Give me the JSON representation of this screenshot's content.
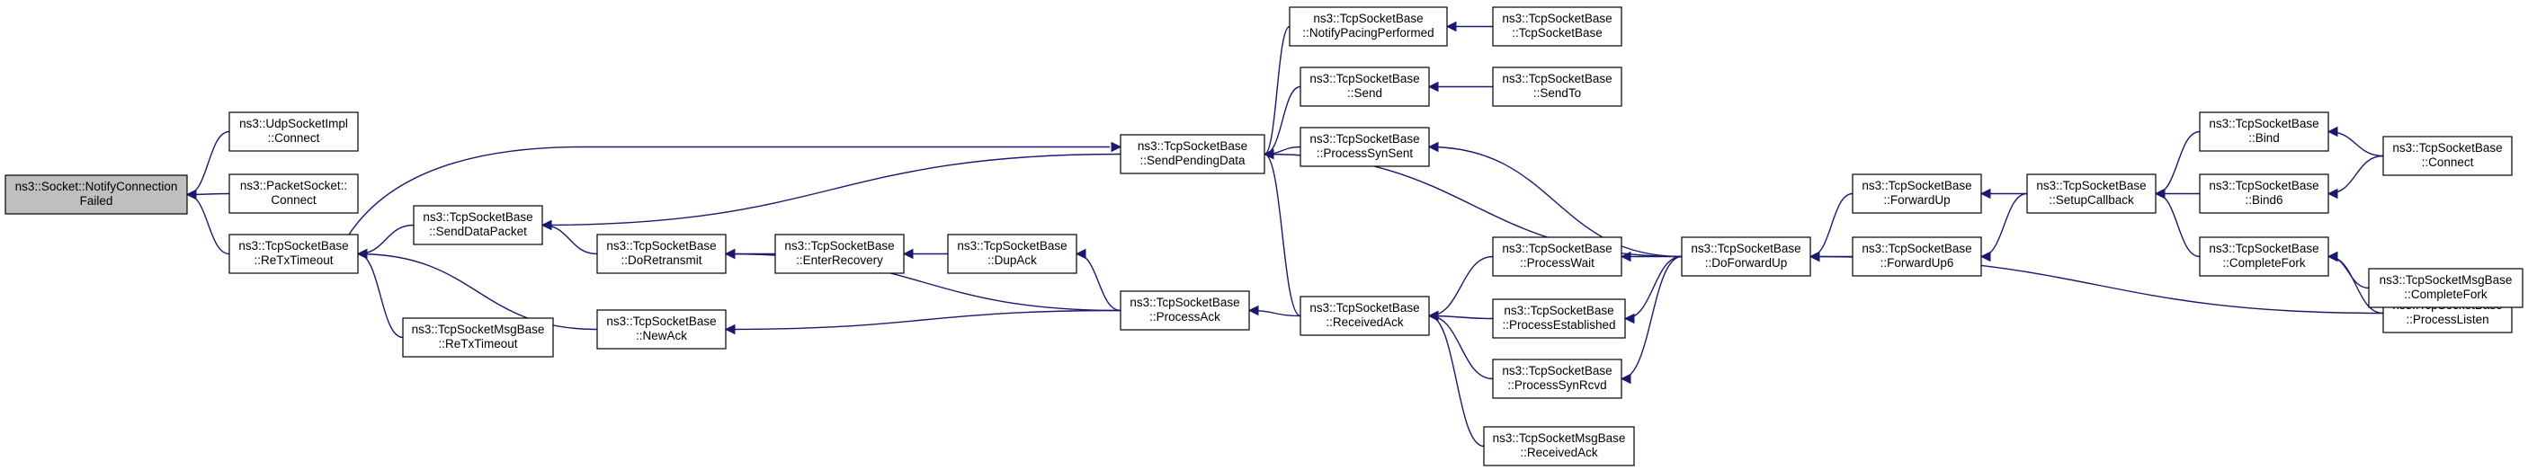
{
  "colors": {
    "edge": "#191970",
    "root_fill": "#bfbfbf",
    "node_fill": "#ffffff",
    "node_border": "#000000"
  },
  "nodes": [
    {
      "id": "notify",
      "lines": [
        "ns3::Socket::NotifyConnection",
        "Failed"
      ],
      "root": true
    },
    {
      "id": "udpconnect",
      "lines": [
        "ns3::UdpSocketImpl",
        "::Connect"
      ]
    },
    {
      "id": "pktconnect",
      "lines": [
        "ns3::PacketSocket::",
        "Connect"
      ]
    },
    {
      "id": "retx",
      "lines": [
        "ns3::TcpSocketBase",
        "::ReTxTimeout"
      ]
    },
    {
      "id": "senddatapkt",
      "lines": [
        "ns3::TcpSocketBase",
        "::SendDataPacket"
      ]
    },
    {
      "id": "msgretx",
      "lines": [
        "ns3::TcpSocketMsgBase",
        "::ReTxTimeout"
      ]
    },
    {
      "id": "doretransmit",
      "lines": [
        "ns3::TcpSocketBase",
        "::DoRetransmit"
      ]
    },
    {
      "id": "newack",
      "lines": [
        "ns3::TcpSocketBase",
        "::NewAck"
      ]
    },
    {
      "id": "enterrecovery",
      "lines": [
        "ns3::TcpSocketBase",
        "::EnterRecovery"
      ]
    },
    {
      "id": "dupack",
      "lines": [
        "ns3::TcpSocketBase",
        "::DupAck"
      ]
    },
    {
      "id": "sendpending",
      "lines": [
        "ns3::TcpSocketBase",
        "::SendPendingData"
      ]
    },
    {
      "id": "processack",
      "lines": [
        "ns3::TcpSocketBase",
        "::ProcessAck"
      ]
    },
    {
      "id": "notifypacing",
      "lines": [
        "ns3::TcpSocketBase",
        "::NotifyPacingPerformed"
      ]
    },
    {
      "id": "send",
      "lines": [
        "ns3::TcpSocketBase",
        "::Send"
      ]
    },
    {
      "id": "processsynsent",
      "lines": [
        "ns3::TcpSocketBase",
        "::ProcessSynSent"
      ]
    },
    {
      "id": "receivedack",
      "lines": [
        "ns3::TcpSocketBase",
        "::ReceivedAck"
      ]
    },
    {
      "id": "tcpsocketbase",
      "lines": [
        "ns3::TcpSocketBase",
        "::TcpSocketBase"
      ]
    },
    {
      "id": "sendto",
      "lines": [
        "ns3::TcpSocketBase",
        "::SendTo"
      ]
    },
    {
      "id": "processwait",
      "lines": [
        "ns3::TcpSocketBase",
        "::ProcessWait"
      ]
    },
    {
      "id": "processestablished",
      "lines": [
        "ns3::TcpSocketBase",
        "::ProcessEstablished"
      ]
    },
    {
      "id": "processsynrcvd",
      "lines": [
        "ns3::TcpSocketBase",
        "::ProcessSynRcvd"
      ]
    },
    {
      "id": "msgreceivedack",
      "lines": [
        "ns3::TcpSocketMsgBase",
        "::ReceivedAck"
      ]
    },
    {
      "id": "doforwardup",
      "lines": [
        "ns3::TcpSocketBase",
        "::DoForwardUp"
      ]
    },
    {
      "id": "forwardup",
      "lines": [
        "ns3::TcpSocketBase",
        "::ForwardUp"
      ]
    },
    {
      "id": "forwardup6",
      "lines": [
        "ns3::TcpSocketBase",
        "::ForwardUp6"
      ]
    },
    {
      "id": "setupcallback",
      "lines": [
        "ns3::TcpSocketBase",
        "::SetupCallback"
      ]
    },
    {
      "id": "bind",
      "lines": [
        "ns3::TcpSocketBase",
        "::Bind"
      ]
    },
    {
      "id": "bind6",
      "lines": [
        "ns3::TcpSocketBase",
        "::Bind6"
      ]
    },
    {
      "id": "completefork",
      "lines": [
        "ns3::TcpSocketBase",
        "::CompleteFork"
      ]
    },
    {
      "id": "processlisten",
      "lines": [
        "ns3::TcpSocketBase",
        "::ProcessListen"
      ]
    },
    {
      "id": "tcpconnect",
      "lines": [
        "ns3::TcpSocketBase",
        "::Connect"
      ]
    },
    {
      "id": "msgcompletefork",
      "lines": [
        "ns3::TcpSocketMsgBase",
        "::CompleteFork"
      ]
    }
  ]
}
